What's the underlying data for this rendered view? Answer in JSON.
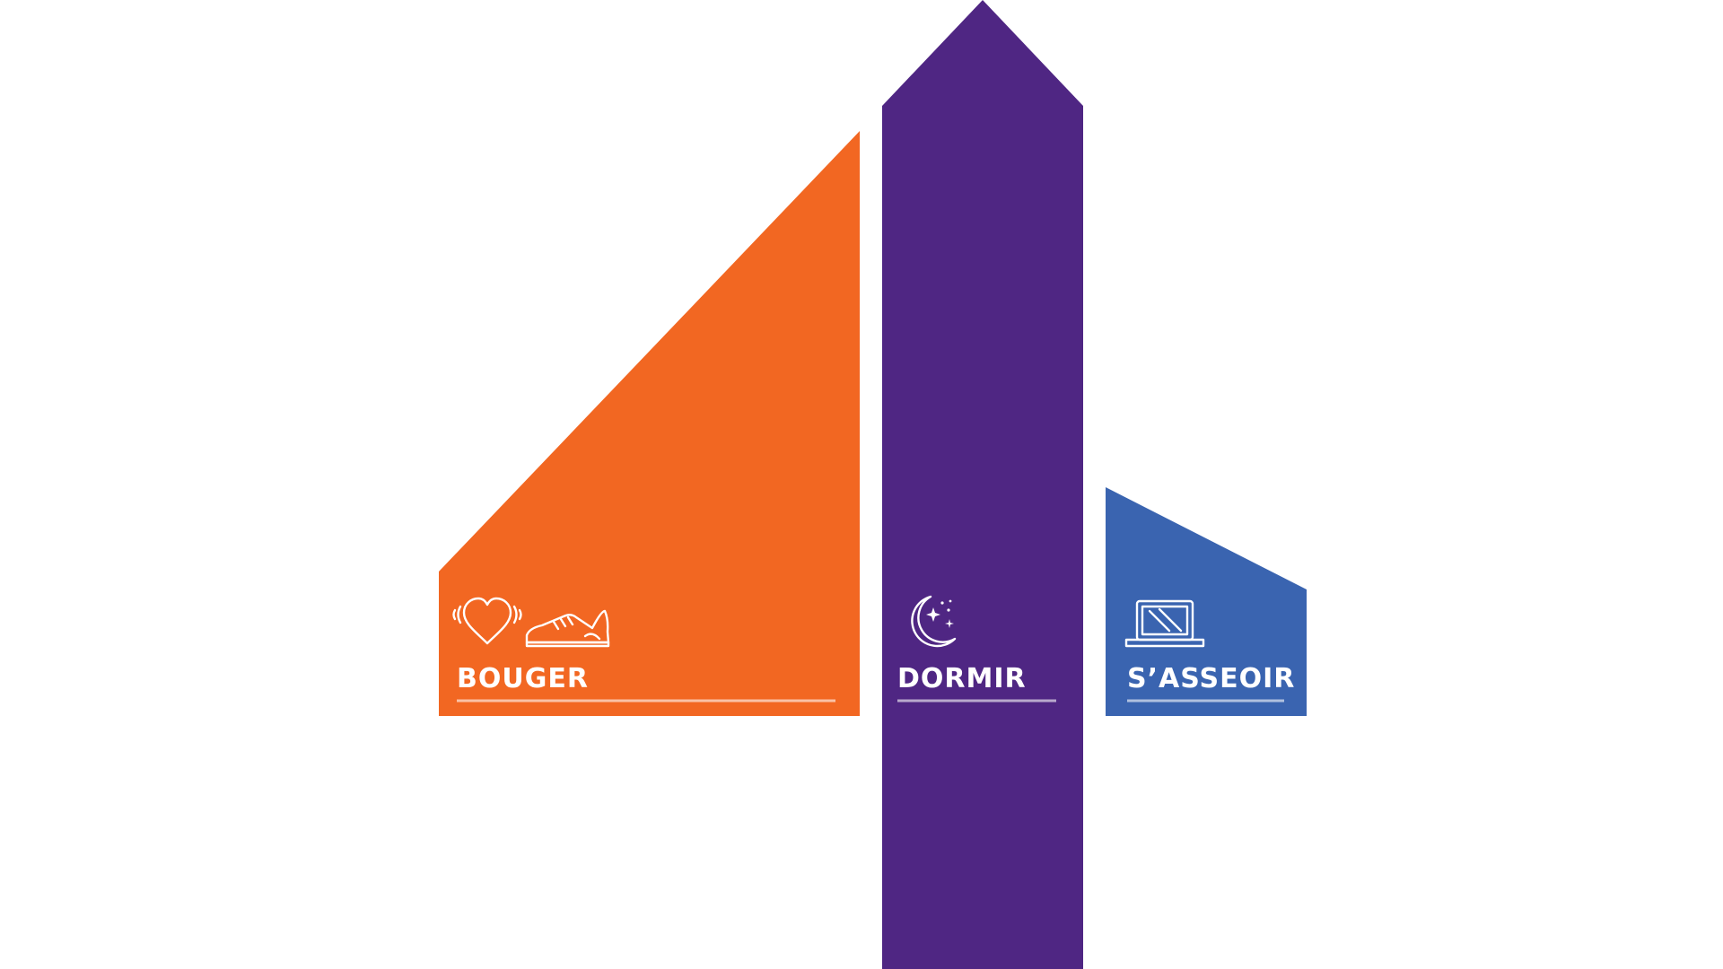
{
  "colors": {
    "orange": "#F26722",
    "purple": "#4F2683",
    "blue": "#3A64B0",
    "text": "#FFFFFF"
  },
  "sections": [
    {
      "id": "bouger",
      "label": "BOUGER",
      "icons": [
        "heart-icon",
        "shoe-icon"
      ]
    },
    {
      "id": "dormir",
      "label": "DORMIR",
      "icons": [
        "moon-stars-icon"
      ]
    },
    {
      "id": "sasseoir",
      "label": "S’ASSEOIR",
      "icons": [
        "laptop-icon"
      ]
    }
  ]
}
